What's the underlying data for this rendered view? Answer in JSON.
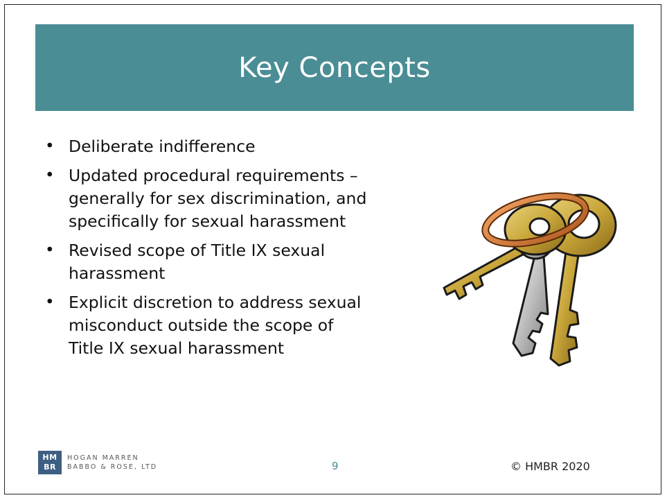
{
  "slide": {
    "title": "Key Concepts",
    "bullets": [
      {
        "lines": [
          "Deliberate indifference"
        ]
      },
      {
        "lines": [
          "Updated procedural requirements –",
          "generally for sex discrimination,  and",
          "specifically for sexual harassment"
        ]
      },
      {
        "lines": [
          "Revised scope of Title IX sexual",
          "harassment"
        ]
      },
      {
        "lines": [
          "Explicit discretion to address sexual",
          "misconduct outside the scope of",
          "Title IX sexual harassment"
        ]
      }
    ],
    "bullet_symbol": "•",
    "image": {
      "icon": "keys-icon"
    }
  },
  "footer": {
    "logo_mark_top": "HM",
    "logo_mark_bottom": "BR",
    "logo_line1": "HOGAN MARREN",
    "logo_line2": "BABBO & ROSE, LTD",
    "page_number": "9",
    "copyright": "© HMBR 2020"
  },
  "colors": {
    "title_bar": "#4a8d95",
    "title_text": "#ffffff",
    "logo": "#3d5f82",
    "page_number": "#4a8d95"
  }
}
